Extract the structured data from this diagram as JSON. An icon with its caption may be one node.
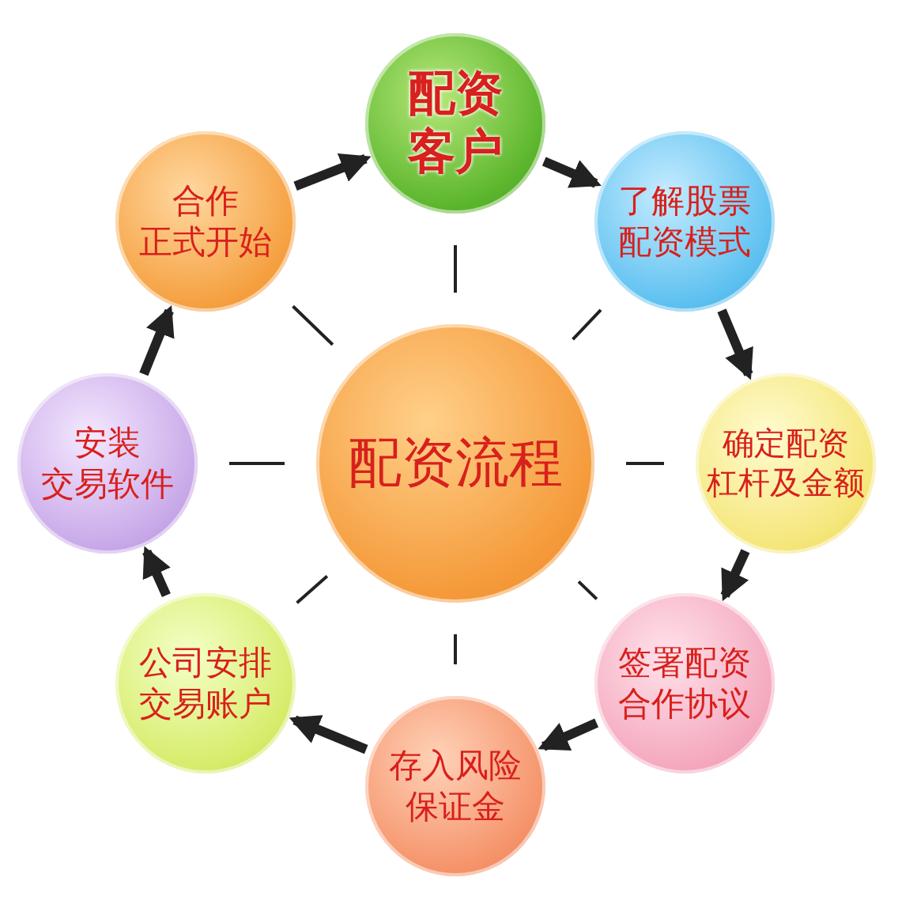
{
  "diagram": {
    "nodes": [
      {
        "text": [
          "配资流程"
        ]
      },
      {
        "text": [
          "配资客户"
        ]
      },
      {
        "text": [
          "了解股票配资模式"
        ]
      },
      {
        "text": [
          "确定配资杠杆及金额"
        ]
      },
      {
        "text": [
          "签署配资合作协议"
        ]
      },
      {
        "text": [
          "存入风险保证金"
        ]
      },
      {
        "text": [
          "公司安排交易账户"
        ]
      },
      {
        "text": [
          "安装交易软件"
        ]
      },
      {
        "text": [
          "合作正式开始"
        ]
      }
    ],
    "edges": [
      {
        "from": 1,
        "to": 2,
        "arrow": "to",
        "style": "thick"
      },
      {
        "from": 2,
        "to": 3,
        "arrow": "to",
        "style": "thick"
      },
      {
        "from": 3,
        "to": 4,
        "arrow": "to",
        "style": "thick"
      },
      {
        "from": 4,
        "to": 5,
        "arrow": "to",
        "style": "thick"
      },
      {
        "from": 5,
        "to": 6,
        "arrow": "to",
        "style": "thick"
      },
      {
        "from": 6,
        "to": 7,
        "arrow": "to",
        "style": "thick"
      },
      {
        "from": 7,
        "to": 8,
        "arrow": "to",
        "style": "thick"
      },
      {
        "from": 8,
        "to": 1,
        "arrow": "to",
        "style": "thick"
      },
      {
        "from": 0,
        "to": 1,
        "arrow": "none"
      },
      {
        "from": 0,
        "to": 2,
        "arrow": "none"
      },
      {
        "from": 0,
        "to": 3,
        "arrow": "none"
      },
      {
        "from": 0,
        "to": 4,
        "arrow": "none"
      },
      {
        "from": 0,
        "to": 5,
        "arrow": "none"
      },
      {
        "from": 0,
        "to": 6,
        "arrow": "none"
      },
      {
        "from": 0,
        "to": 7,
        "arrow": "none"
      },
      {
        "from": 0,
        "to": 8,
        "arrow": "none"
      }
    ]
  }
}
